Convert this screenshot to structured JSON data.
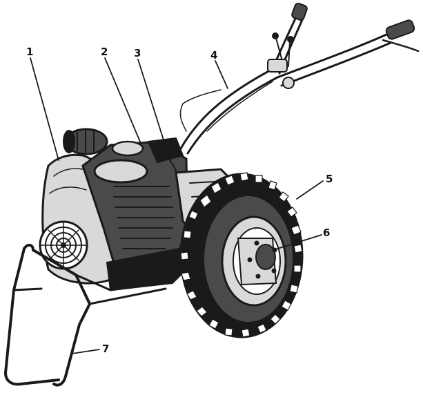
{
  "figure": {
    "labels": [
      "1",
      "2",
      "3",
      "4",
      "5",
      "6",
      "7"
    ]
  },
  "colors": {
    "ink": "#1a1a1a",
    "background": "#ffffff"
  }
}
